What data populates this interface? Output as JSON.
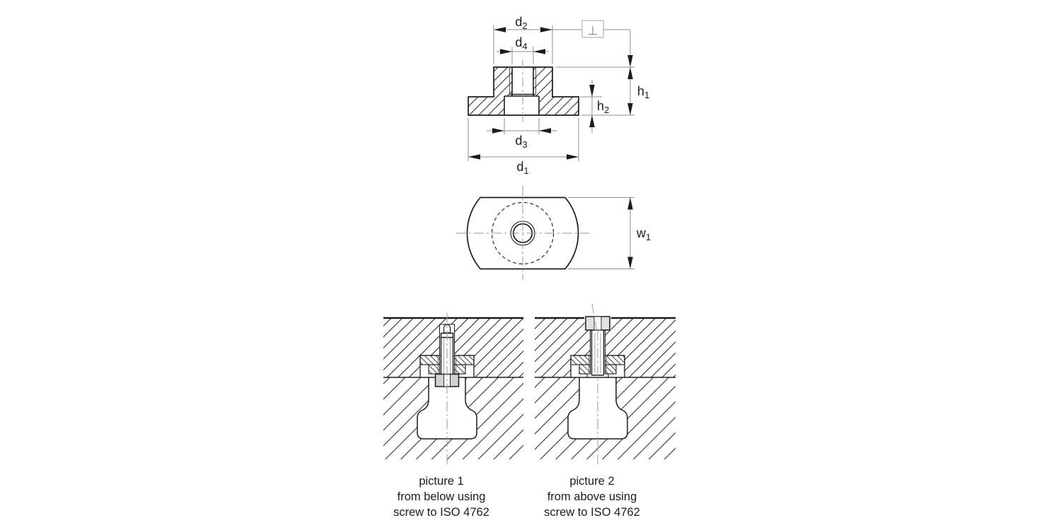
{
  "drawing": {
    "type": "technical-drawing",
    "labels": {
      "d1": {
        "base": "d",
        "sub": "1"
      },
      "d2": {
        "base": "d",
        "sub": "2"
      },
      "d3": {
        "base": "d",
        "sub": "3"
      },
      "d4": {
        "base": "d",
        "sub": "4"
      },
      "h1": {
        "base": "h",
        "sub": "1"
      },
      "h2": {
        "base": "h",
        "sub": "2"
      },
      "w1": {
        "base": "w",
        "sub": "1"
      }
    },
    "tolerance_frame": {
      "symbol_name": "perpendicularity",
      "symbol_glyph": "⊥"
    },
    "pictures": [
      {
        "caption_lines": [
          "picture 1",
          "from below using",
          "screw to ISO 4762"
        ]
      },
      {
        "caption_lines": [
          "picture 2",
          "from above using",
          "screw to ISO 4762"
        ]
      }
    ],
    "colors": {
      "line": "#1c1c1c",
      "dimension_line": "#8f8f8f",
      "tolerance_frame_border": "#b8b8b8",
      "screw_head_fill": "#d2d2d2",
      "background": "#ffffff"
    }
  }
}
